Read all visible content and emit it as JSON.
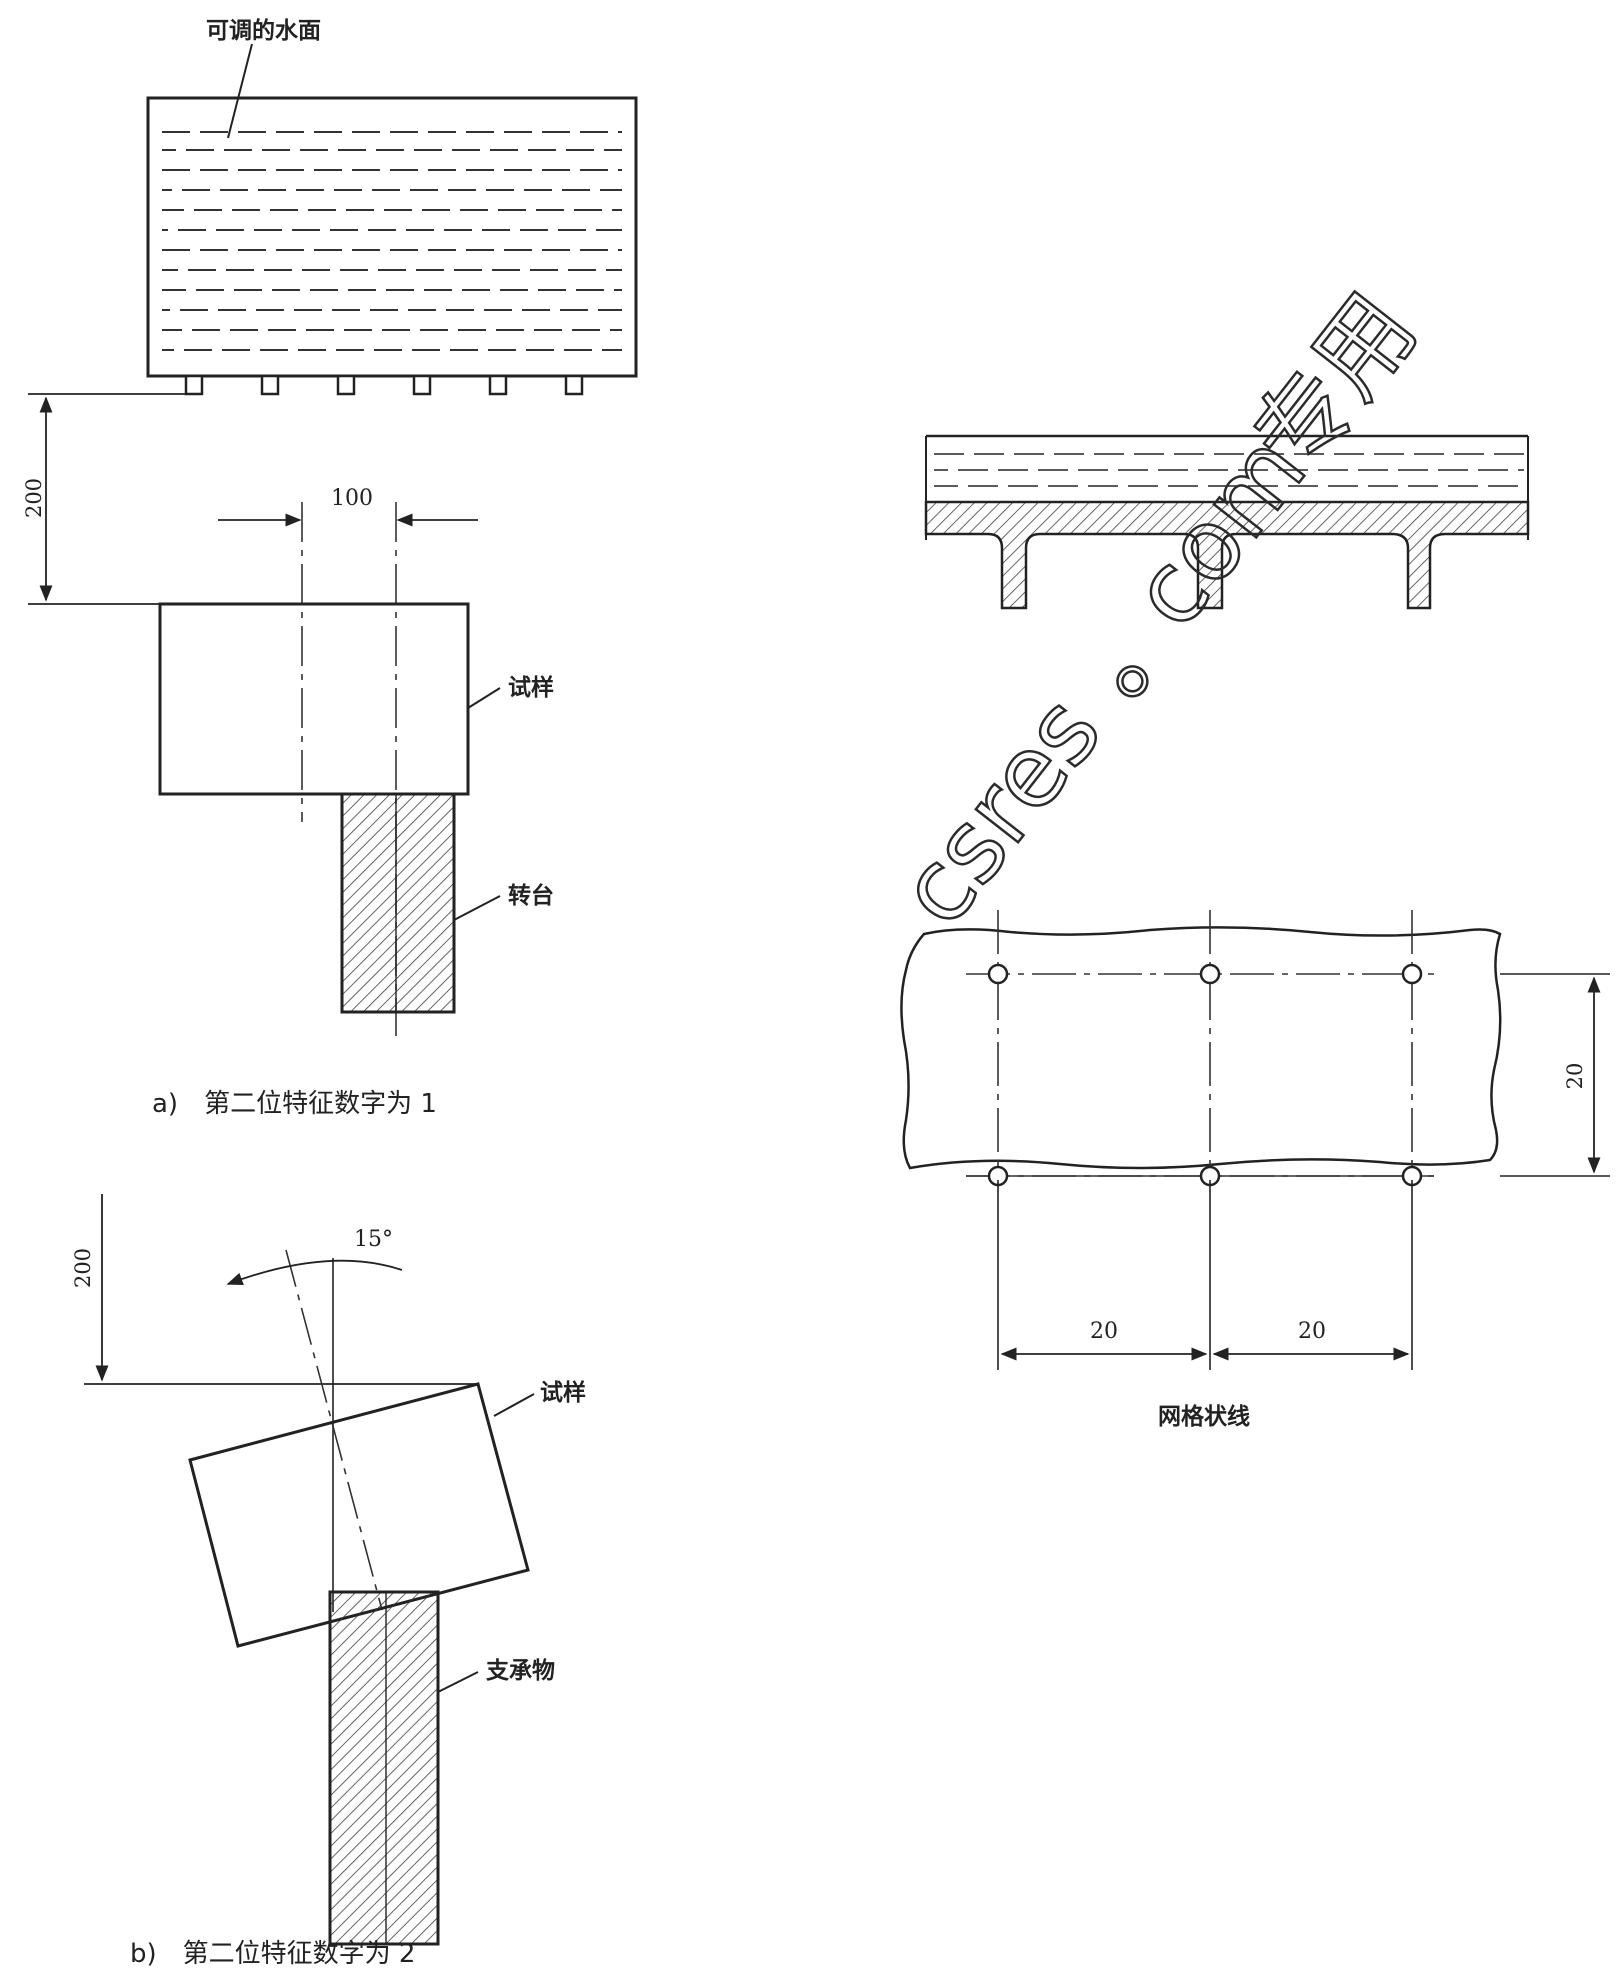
{
  "top_left": {
    "water_label": "可调的水面",
    "dim_height": "200",
    "dim_width": "100",
    "sample_label": "试样",
    "turntable_label": "转台",
    "caption": "a)　第二位特征数字为 1"
  },
  "bottom_left": {
    "dim_height": "200",
    "angle_label": "15°",
    "sample_label": "试样",
    "support_label": "支承物",
    "caption": "b)　第二位特征数字为 2"
  },
  "grid_detail": {
    "dim_vertical": "20",
    "dim_h1": "20",
    "dim_h2": "20",
    "caption": "网格状线"
  },
  "watermark": {
    "part1": "csres",
    "part2": "com",
    "part3": "专用"
  }
}
